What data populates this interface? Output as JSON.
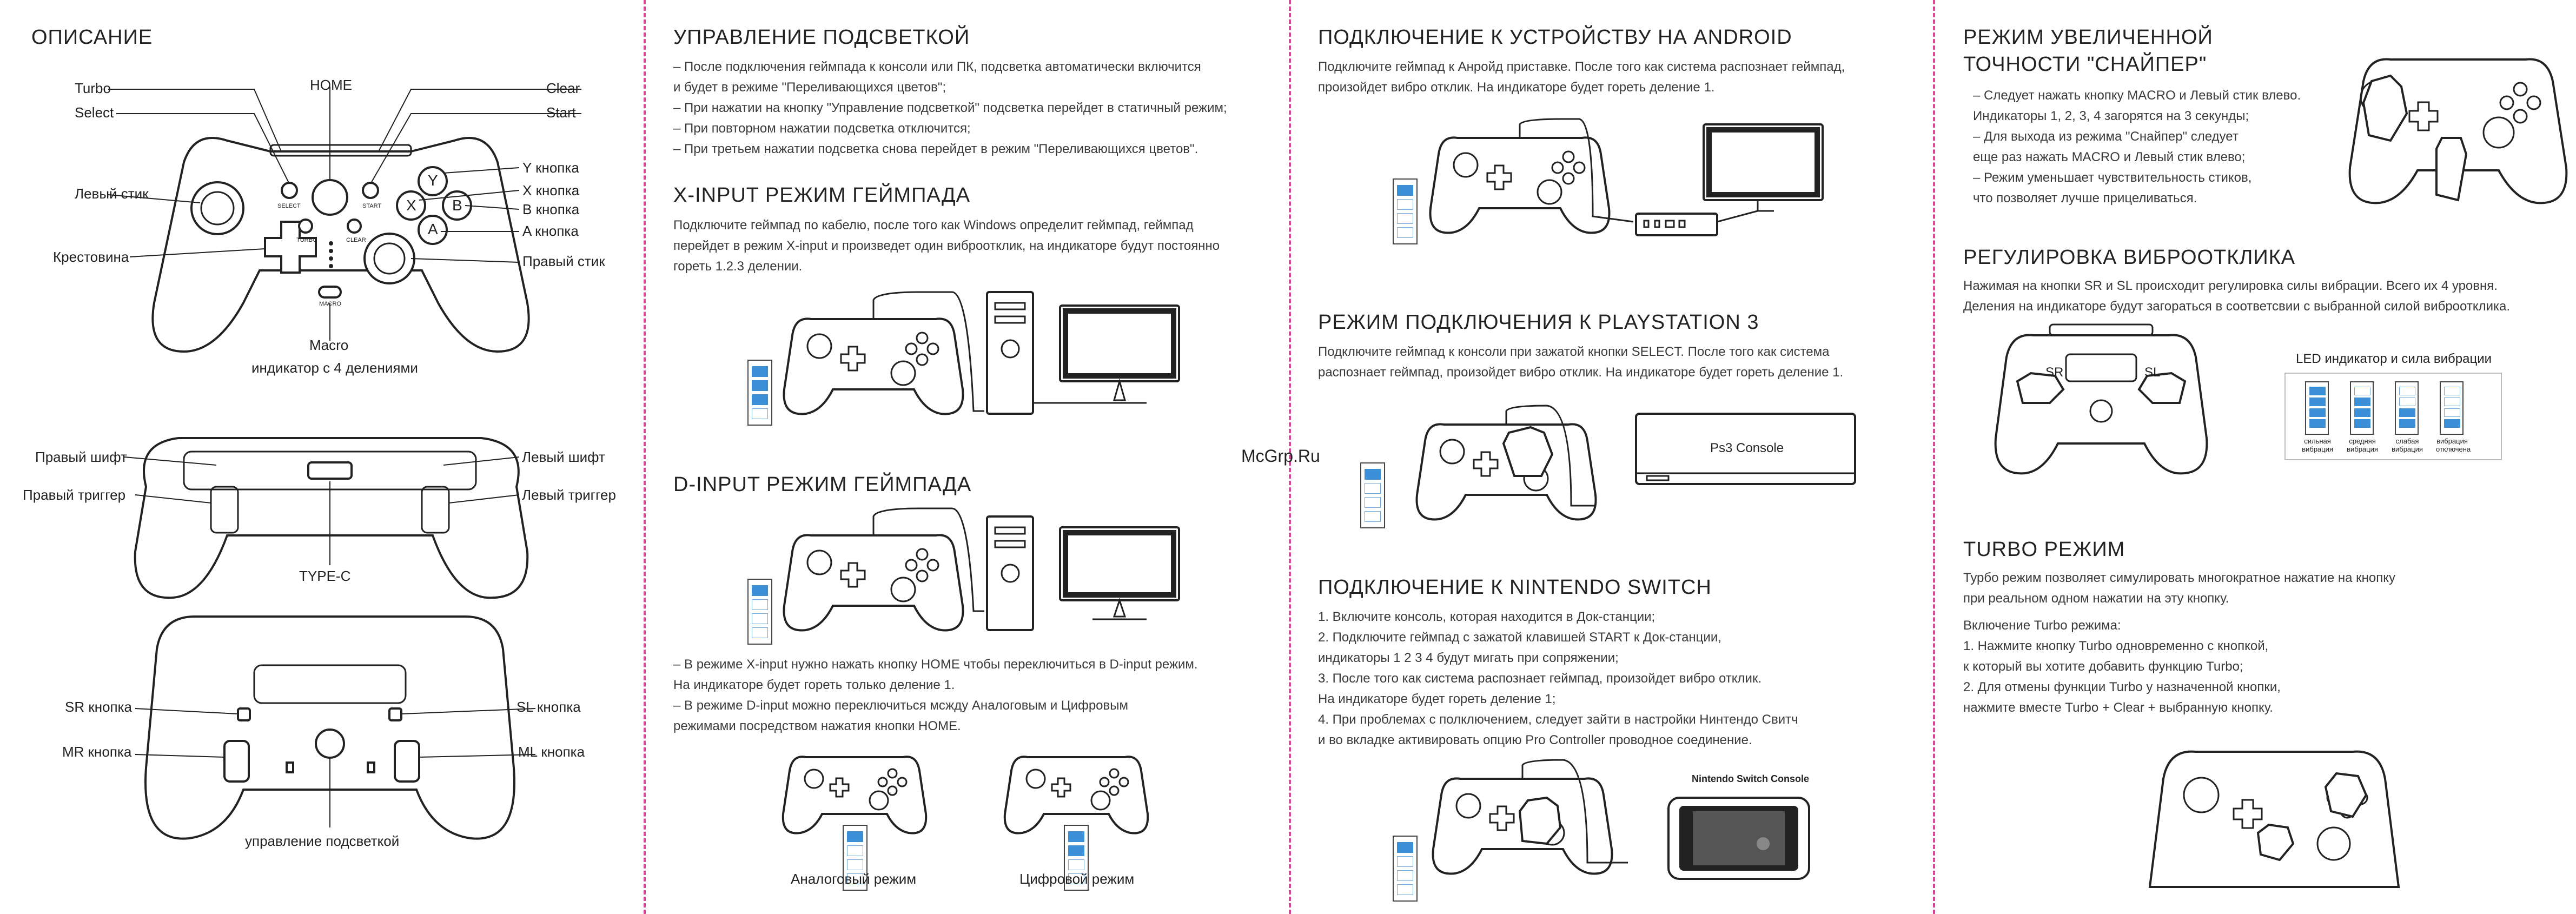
{
  "col1": {
    "title": "ОПИСАНИЕ",
    "labels": {
      "turbo": "Turbo",
      "select": "Select",
      "home": "HOME",
      "clear": "Clear",
      "start": "Start",
      "y": "Y кнопка",
      "x": "X кнопка",
      "b": "B кнопка",
      "a": "A кнопка",
      "left_stick": "Левый стик",
      "dpad": "Крестовина",
      "right_stick": "Правый стик",
      "macro": "Macro",
      "indicator": "индикатор с 4 делениями",
      "right_shift": "Правый шифт",
      "left_shift": "Левый шифт",
      "right_trigger": "Правый триггер",
      "left_trigger": "Левый триггер",
      "type_c": "TYPE-C",
      "sr": "SR кнопка",
      "sl": "SL кнопка",
      "mr": "MR кнопка",
      "ml": "ML кнопка",
      "control": "управление подсветкой"
    },
    "pad_text": {
      "select": "SELECT",
      "start": "START",
      "turbo": "TURBO",
      "clear": "CLEAR",
      "macro": "MACRO",
      "y": "Y",
      "x": "X",
      "b": "B",
      "a": "A"
    }
  },
  "col2": {
    "backlight_title": "УПРАВЛЕНИЕ ПОДСВЕТКОЙ",
    "backlight_text": "– После подключения геймпада к консоли или ПК, подсветка автоматически включится\n   и будет в режиме \"Переливающихся цветов\";\n– При нажатии на кнопку \"Управление подсветкой\" подсветка перейдет в статичный режим;\n– При повторном нажатии подсветка отключится;\n– При третьем нажатии подсветка снова перейдет в режим \"Переливающихся цветов\".",
    "xinput_title": "X-INPUT РЕЖИМ ГЕЙМПАДА",
    "xinput_text": "Подключите геймпад по кабелю, после того как Windows определит геймпад, геймпад\nперейдет в режим X-input и произведет один виброотклик, на индикаторе будут постоянно\nгореть 1.2.3 делении.",
    "dinput_title": "D-INPUT РЕЖИМ ГЕЙМПАДА",
    "dinput_text": "– В режиме X-input нужно нажать кнопку HOME чтобы переключиться в D-input режим.\n   На индикаторе будет гореть только деление 1.\n– В режиме D-input можно переключиться мсжду Аналоговым и Цифровым\n   режимами посредством нажатия кнопки HOME.",
    "analog": "Аналоговый режим",
    "digital": "Цифровой режим"
  },
  "col3": {
    "android_title": "ПОДКЛЮЧЕНИЕ К УСТРОЙСТВУ НА ANDROID",
    "android_text": "Подключите геймпад к Анройд приставке. После того как система распознает геймпад,\nпроизойдет вибро отклик. На индикаторе будет гореть деление 1.",
    "ps3_title": "РЕЖИМ ПОДКЛЮЧЕНИЯ К PLAYSTATION 3",
    "ps3_text": "Подключите геймпад к консоли при зажатой кнопки SELECT.  После того как система\nраспознает геймпад, произойдет вибро отклик. На индикаторе будет гореть деление 1.",
    "ps3_console": "Ps3 Console",
    "switch_title": "ПОДКЛЮЧЕНИЕ К NINTENDO SWITCH",
    "switch_text": "1. Включите консоль, которая находится в Док-станции;\n2. Подключите геймпад с зажатой клавишей START к Док-станции,\n    индикаторы 1 2 3 4 будут мигать при сопряжении;\n3. После того как система распознает геймпад, произойдет вибро отклик.\n    На индикаторе будет гореть деление 1;\n4. При проблемах с полключением, следует зайти в настройки Нинтендо Свитч\n    и во вкладке активировать опцию Pro Controller проводное соединение.",
    "switch_console": "Nintendo Switch Console"
  },
  "col4": {
    "sniper_title_1": "РЕЖИМ УВЕЛИЧЕННОЙ",
    "sniper_title_2": "ТОЧНОСТИ \"СНАЙПЕР\"",
    "sniper_text": "– Следует нажать кнопку MACRO и Левый стик влево.\n   Индикаторы 1, 2, 3, 4 загорятся на 3 секунды;\n– Для выхода из режима \"Снайпер\" следует\n   еще раз нажать MACRO и Левый стик влево;\n– Режим уменьшает чувствительность стиков,\n   что позволяет лучше прицеливаться.",
    "vibro_title": "РЕГУЛИРОВКА ВИБРООТКЛИКА",
    "vibro_text": "Нажимая на кнопки SR и SL происходит регулировка силы вибрации. Всего их 4 уровня.\nДеления на индикаторе будут загораться в соответсвии с выбранной силой виброотклика.",
    "vibro_sr": "SR",
    "vibro_sl": "SL",
    "led_label": "LED индикатор и сила вибрации",
    "levels": [
      "сильная вибрация",
      "средняя вибрация",
      "слабая вибрация",
      "вибрация отключена"
    ],
    "turbo_title": "TURBO РЕЖИМ",
    "turbo_text": "Турбо режим позволяет симулировать многократное нажатие на кнопку\nпри реальном одном нажатии на эту кнопку.",
    "turbo_enable": "Включение Turbo режима:",
    "turbo_steps": "1. Нажмите кнопку Turbo одновременно с кнопкой,\n    к который вы хотите добавить функцию Turbo;\n2. Для отмены функции Turbo у назначенной кнопки,\n    нажмите вместе Turbo + Clear + выбранную кнопку."
  },
  "watermark": "McGrp.Ru",
  "colors": {
    "separator": "#d9489a",
    "led": "#3a8fd6",
    "ink": "#222222"
  }
}
